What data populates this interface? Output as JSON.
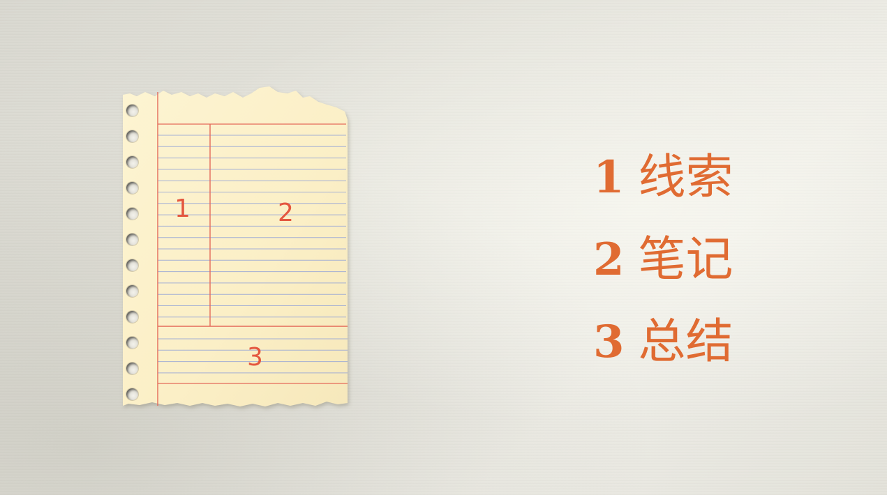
{
  "notepaper": {
    "section_1": "1",
    "section_2": "2",
    "section_3": "3"
  },
  "list": [
    {
      "num": "1",
      "label": "线索"
    },
    {
      "num": "2",
      "label": "笔记"
    },
    {
      "num": "3",
      "label": "总结"
    }
  ],
  "colors": {
    "paper": "#fbf1cc",
    "margin_line": "#e46a5a",
    "ruled_line": "#9aa8d6",
    "accent": "#e06b32"
  }
}
